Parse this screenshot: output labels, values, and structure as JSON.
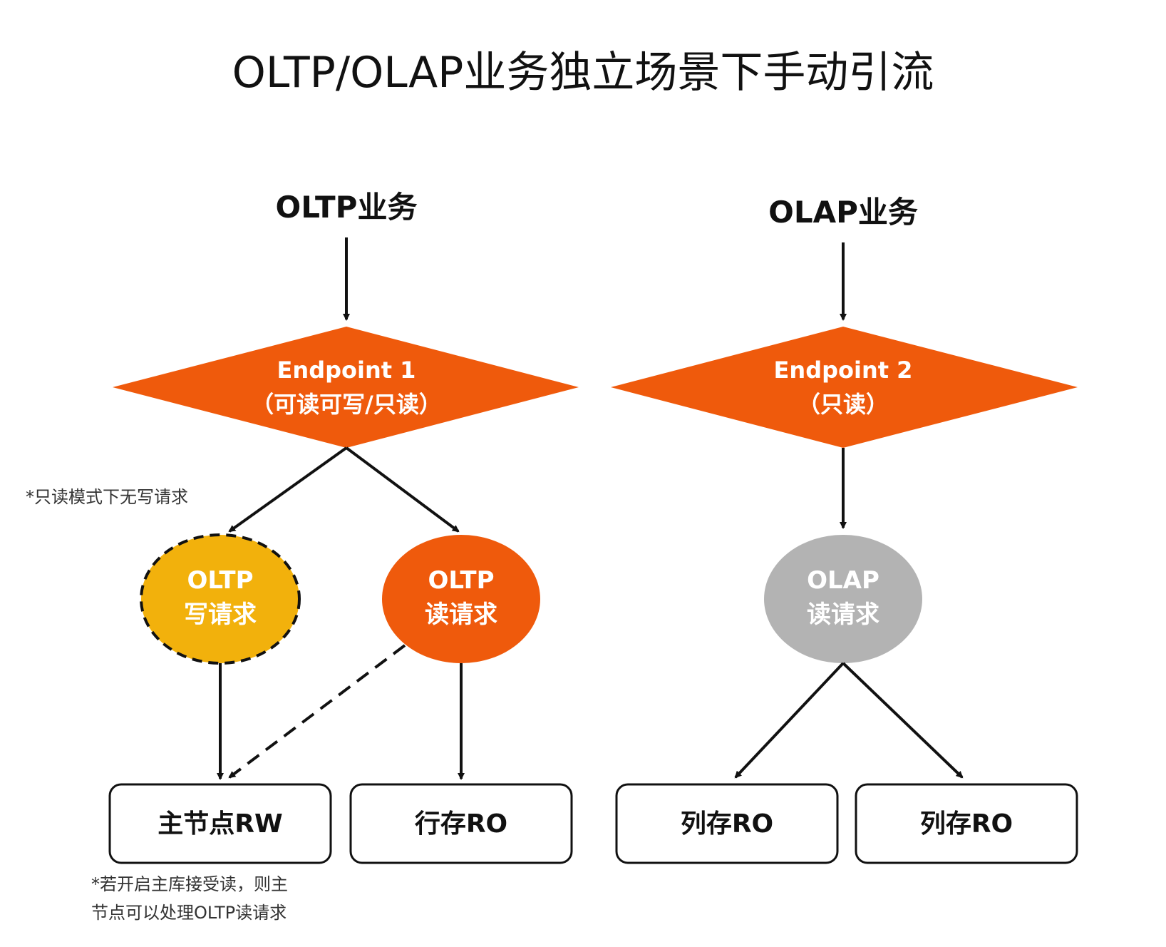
{
  "title": "OLTP/OLAP业务独立场景下手动引流",
  "oltp": {
    "group_title": "OLTP业务",
    "endpoint": {
      "line1": "Endpoint 1",
      "line2": "（可读可写/只读）"
    },
    "write_request": {
      "line1": "OLTP",
      "line2": "写请求"
    },
    "read_request": {
      "line1": "OLTP",
      "line2": "读请求"
    },
    "primary_node": "主节点RW",
    "row_store_ro": "行存RO",
    "note_readonly": "*只读模式下无写请求",
    "note_primary": {
      "line1": "*若开启主库接受读，则主",
      "line2": "节点可以处理OLTP读请求"
    }
  },
  "olap": {
    "group_title": "OLAP业务",
    "endpoint": {
      "line1": "Endpoint 2",
      "line2": "（只读）"
    },
    "read_request": {
      "line1": "OLAP",
      "line2": "读请求"
    },
    "column_store_ro_1": "列存RO",
    "column_store_ro_2": "列存RO"
  },
  "colors": {
    "endpoint_orange": "#EF5A0C",
    "write_request_yellow": "#F2B10C",
    "read_request_orange": "#EF5A0C",
    "olap_request_gray": "#B3B3B3",
    "line_black": "#111111"
  }
}
